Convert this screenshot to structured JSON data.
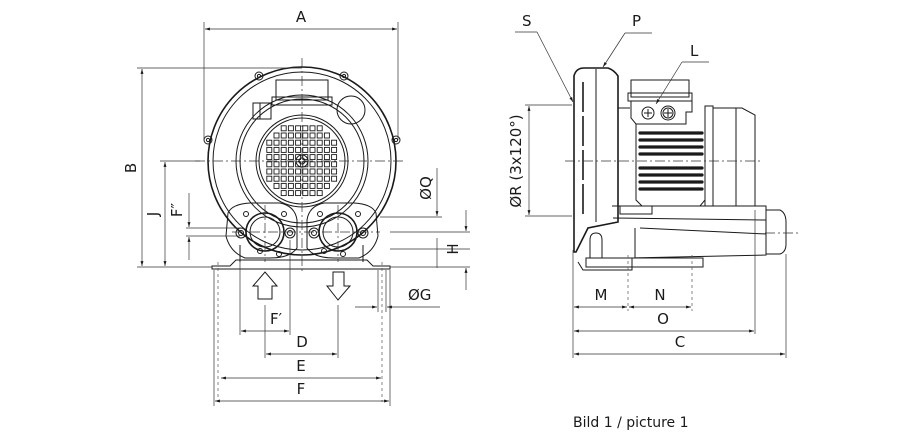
{
  "drawing": {
    "subject": "side channel blower dimension drawing",
    "caption": "Bild 1 / picture 1",
    "front_view": {
      "dimension_labels": {
        "A": "A",
        "B": "B",
        "J": "J",
        "F_double_prime": "F″",
        "F_prime": "F′",
        "D": "D",
        "E": "E",
        "F": "F",
        "G": "ØG",
        "H": "H",
        "Q": "ØQ"
      },
      "flow_arrows": [
        "inlet-up",
        "outlet-down"
      ]
    },
    "side_view": {
      "dimension_labels": {
        "S": "S",
        "P": "P",
        "L": "L",
        "R": "ØR (3x120°)",
        "M": "M",
        "N": "N",
        "O": "O",
        "C": "C"
      }
    }
  }
}
